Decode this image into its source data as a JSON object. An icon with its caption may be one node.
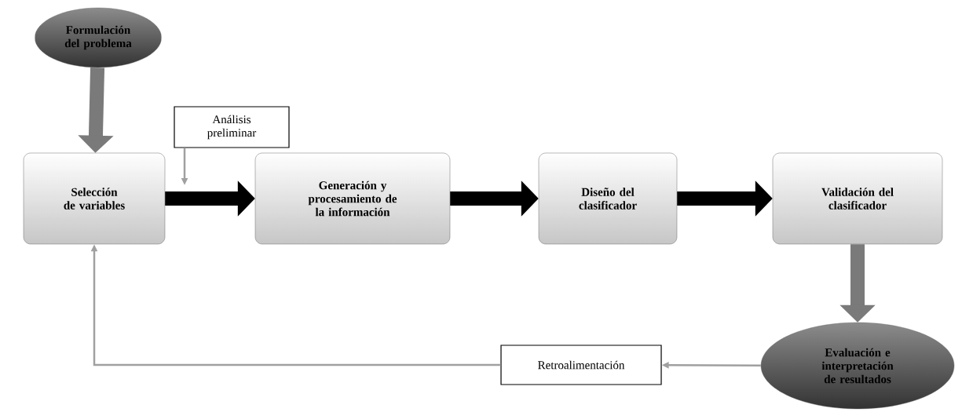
{
  "diagram": {
    "nodes": [
      {
        "text": [
          "Formulación del problema"
        ]
      },
      {
        "text": [
          "Selección de variables"
        ]
      },
      {
        "text": [
          "Análisis preliminar"
        ]
      },
      {
        "text": [
          "Generación y procesamiento de la información"
        ]
      },
      {
        "text": [
          "Diseño del clasificador"
        ]
      },
      {
        "text": [
          "Validación del clasificador"
        ]
      },
      {
        "text": [
          "Evaluación e interpretación de resultados"
        ]
      },
      {
        "text": [
          "Retroalimentación"
        ]
      }
    ],
    "edges": [
      {
        "from": 0,
        "to": 1,
        "arrow": "to",
        "color": "#7a7a7a"
      },
      {
        "from": 1,
        "to": 3,
        "arrow": "to",
        "color": "#000000"
      },
      {
        "from": 3,
        "to": 4,
        "arrow": "to",
        "color": "#000000"
      },
      {
        "from": 4,
        "to": 5,
        "arrow": "to",
        "color": "#000000"
      },
      {
        "from": 5,
        "to": 6,
        "arrow": "to",
        "color": "#7a7a7a"
      },
      {
        "from": 2,
        "to": null,
        "arrow": "to",
        "color": "#a0a0a0"
      },
      {
        "from": 6,
        "to": 7,
        "arrow": "to",
        "color": "#a0a0a0"
      },
      {
        "from": 7,
        "to": 1,
        "arrow": "to",
        "color": "#a0a0a0"
      }
    ]
  }
}
